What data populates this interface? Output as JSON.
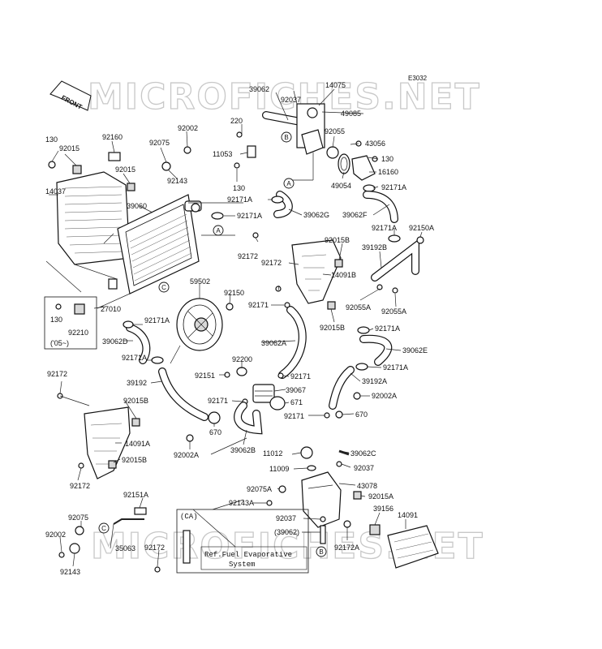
{
  "diagram_code": "E3032",
  "watermark": "MICROFICHES.NET",
  "front_label": "FRONT",
  "note_ca_tag": "(CA)",
  "note_ca_text_line1": "Ref.Fuel Evaporative",
  "note_ca_text_line2": "System",
  "note_05": "('05~)",
  "markers": [
    "A",
    "B",
    "C"
  ],
  "labels": {
    "l39062_top": "39062",
    "l14075": "14075",
    "l92037_top": "92037",
    "l49085": "49085",
    "l220": "220",
    "l92055": "92055",
    "l43056": "43056",
    "l130_a": "130",
    "l11053": "11053",
    "l16160": "16160",
    "l130_b": "130",
    "l49054": "49054",
    "l92171A_a": "92171A",
    "l92171A_b": "92171A",
    "l39062G": "39062G",
    "l39062F": "39062F",
    "l92171A_c": "92171A",
    "l92150A": "92150A",
    "l92015B_a": "92015B",
    "l39192B": "39192B",
    "l92172_a": "92172",
    "l92172_b": "92172",
    "l14091B": "14091B",
    "l92055A_a": "92055A",
    "l92055A_b": "92055A",
    "l92015B_b": "92015B",
    "l92171A_d": "92171A",
    "l39062E": "39062E",
    "l92171A_e": "92171A",
    "l39192A": "39192A",
    "l92002A_a": "92002A",
    "l670_a": "670",
    "l130_c": "130",
    "l92015_a": "92015",
    "l92160": "92160",
    "l92002_a": "92002",
    "l92075_a": "92075",
    "l92015_b": "92015",
    "l92143_a": "92143",
    "l14037": "14037",
    "l39060": "39060",
    "l92171A_f": "92171A",
    "l59502": "59502",
    "l92150": "92150",
    "l130_d": "130",
    "l27010": "27010",
    "l92210": "92210",
    "l92171A_g": "92171A",
    "l39062D": "39062D",
    "l92171A_h": "92171A",
    "l92171": "92171",
    "l39062A": "39062A",
    "l92200": "92200",
    "l92151": "92151",
    "l92171_b": "92171",
    "l39067": "39067",
    "l671": "671",
    "l92171_c": "92171",
    "l92171_d": "92171",
    "l39192": "39192",
    "l670_b": "670",
    "l39062B": "39062B",
    "l92172_c": "92172",
    "l92015B_c": "92015B",
    "l14091A": "14091A",
    "l92015B_d": "92015B",
    "l92172_d": "92172",
    "l92002A_b": "92002A",
    "l11012": "11012",
    "l39062C": "39062C",
    "l11009": "11009",
    "l92037_b": "92037",
    "l43078": "43078",
    "l92075A": "92075A",
    "l92015A": "92015A",
    "l92143A": "92143A",
    "l39156": "39156",
    "l92151A": "92151A",
    "l92075_b": "92075",
    "l14091": "14091",
    "l92037_c": "92037",
    "l39062_paren": "(39062)",
    "l92172A": "92172A",
    "l92002_b": "92002",
    "l35063": "35063",
    "l92172_e": "92172",
    "l92143_b": "92143"
  }
}
